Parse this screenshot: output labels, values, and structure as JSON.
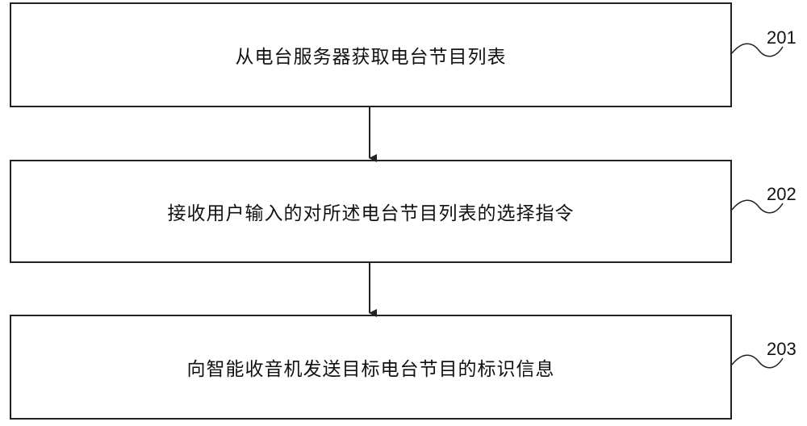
{
  "diagram": {
    "steps": [
      {
        "id": "201",
        "text": "从电台服务器获取电台节目列表"
      },
      {
        "id": "202",
        "text": "接收用户输入的对所述电台节目列表的选择指令"
      },
      {
        "id": "203",
        "text": "向智能收音机发送目标电台节目的标识信息"
      }
    ],
    "colors": {
      "stroke": "#222222",
      "text": "#111111",
      "background": "#ffffff"
    }
  }
}
